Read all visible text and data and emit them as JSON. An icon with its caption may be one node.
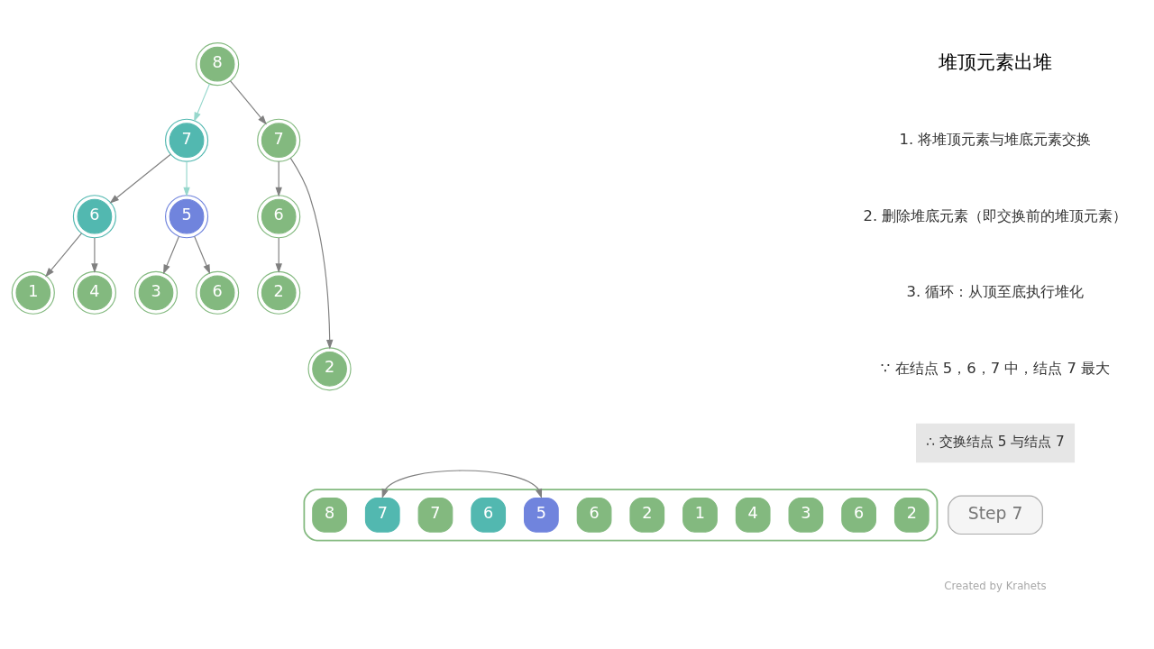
{
  "diagram": {
    "nodes": [
      {
        "text": [
          "8"
        ]
      },
      {
        "text": [
          "7"
        ]
      },
      {
        "text": [
          "7"
        ]
      },
      {
        "text": [
          "6"
        ]
      },
      {
        "text": [
          "5"
        ]
      },
      {
        "text": [
          "6"
        ]
      },
      {
        "text": [
          "2"
        ]
      },
      {
        "text": [
          "1"
        ]
      },
      {
        "text": [
          "4"
        ]
      },
      {
        "text": [
          "3"
        ]
      },
      {
        "text": [
          "6"
        ]
      },
      {
        "text": [
          "2"
        ]
      },
      {
        "text": [
          "∴ 交换结点 5 与结点 7"
        ]
      },
      {
        "text": [],
        "shape": "box"
      },
      {
        "text": [
          "8"
        ],
        "in": 13
      },
      {
        "text": [
          "7"
        ],
        "in": 13
      },
      {
        "text": [
          "7"
        ],
        "in": 13
      },
      {
        "text": [
          "6"
        ],
        "in": 13
      },
      {
        "text": [
          "5"
        ],
        "in": 13
      },
      {
        "text": [
          "6"
        ],
        "in": 13
      },
      {
        "text": [
          "2"
        ],
        "in": 13
      },
      {
        "text": [
          "1"
        ],
        "in": 13
      },
      {
        "text": [
          "4"
        ],
        "in": 13
      },
      {
        "text": [
          "3"
        ],
        "in": 13
      },
      {
        "text": [
          "6"
        ],
        "in": 13
      },
      {
        "text": [
          "2"
        ],
        "in": 13
      },
      {
        "text": [
          "Step 7"
        ]
      }
    ],
    "edges": [
      {
        "from": 0,
        "to": 1,
        "arrow": "to",
        "color": "#96d7cc"
      },
      {
        "from": 0,
        "to": 2,
        "arrow": "to"
      },
      {
        "from": 1,
        "to": 3,
        "arrow": "to"
      },
      {
        "from": 1,
        "to": 4,
        "arrow": "to",
        "color": "#96d7cc"
      },
      {
        "from": 2,
        "to": 5,
        "arrow": "to"
      },
      {
        "from": 2,
        "to": 6,
        "arrow": "to"
      },
      {
        "from": 3,
        "to": 7,
        "arrow": "to"
      },
      {
        "from": 3,
        "to": 8,
        "arrow": "to"
      },
      {
        "from": 4,
        "to": 9,
        "arrow": "to"
      },
      {
        "from": 4,
        "to": 10,
        "arrow": "to"
      },
      {
        "from": 5,
        "to": 11,
        "arrow": "to"
      },
      {
        "from": 15,
        "to": 18,
        "arrow": "both"
      }
    ],
    "labels": [
      "堆顶元素出堆",
      "1. 将堆顶元素与堆底元素交换",
      "2. 删除堆底元素（即交换前的堆顶元素）",
      "3. 循环：从顶至底执行堆化",
      "∵ 在结点 5，6，7 中，结点 7 最大",
      "Created by Krahets"
    ]
  }
}
